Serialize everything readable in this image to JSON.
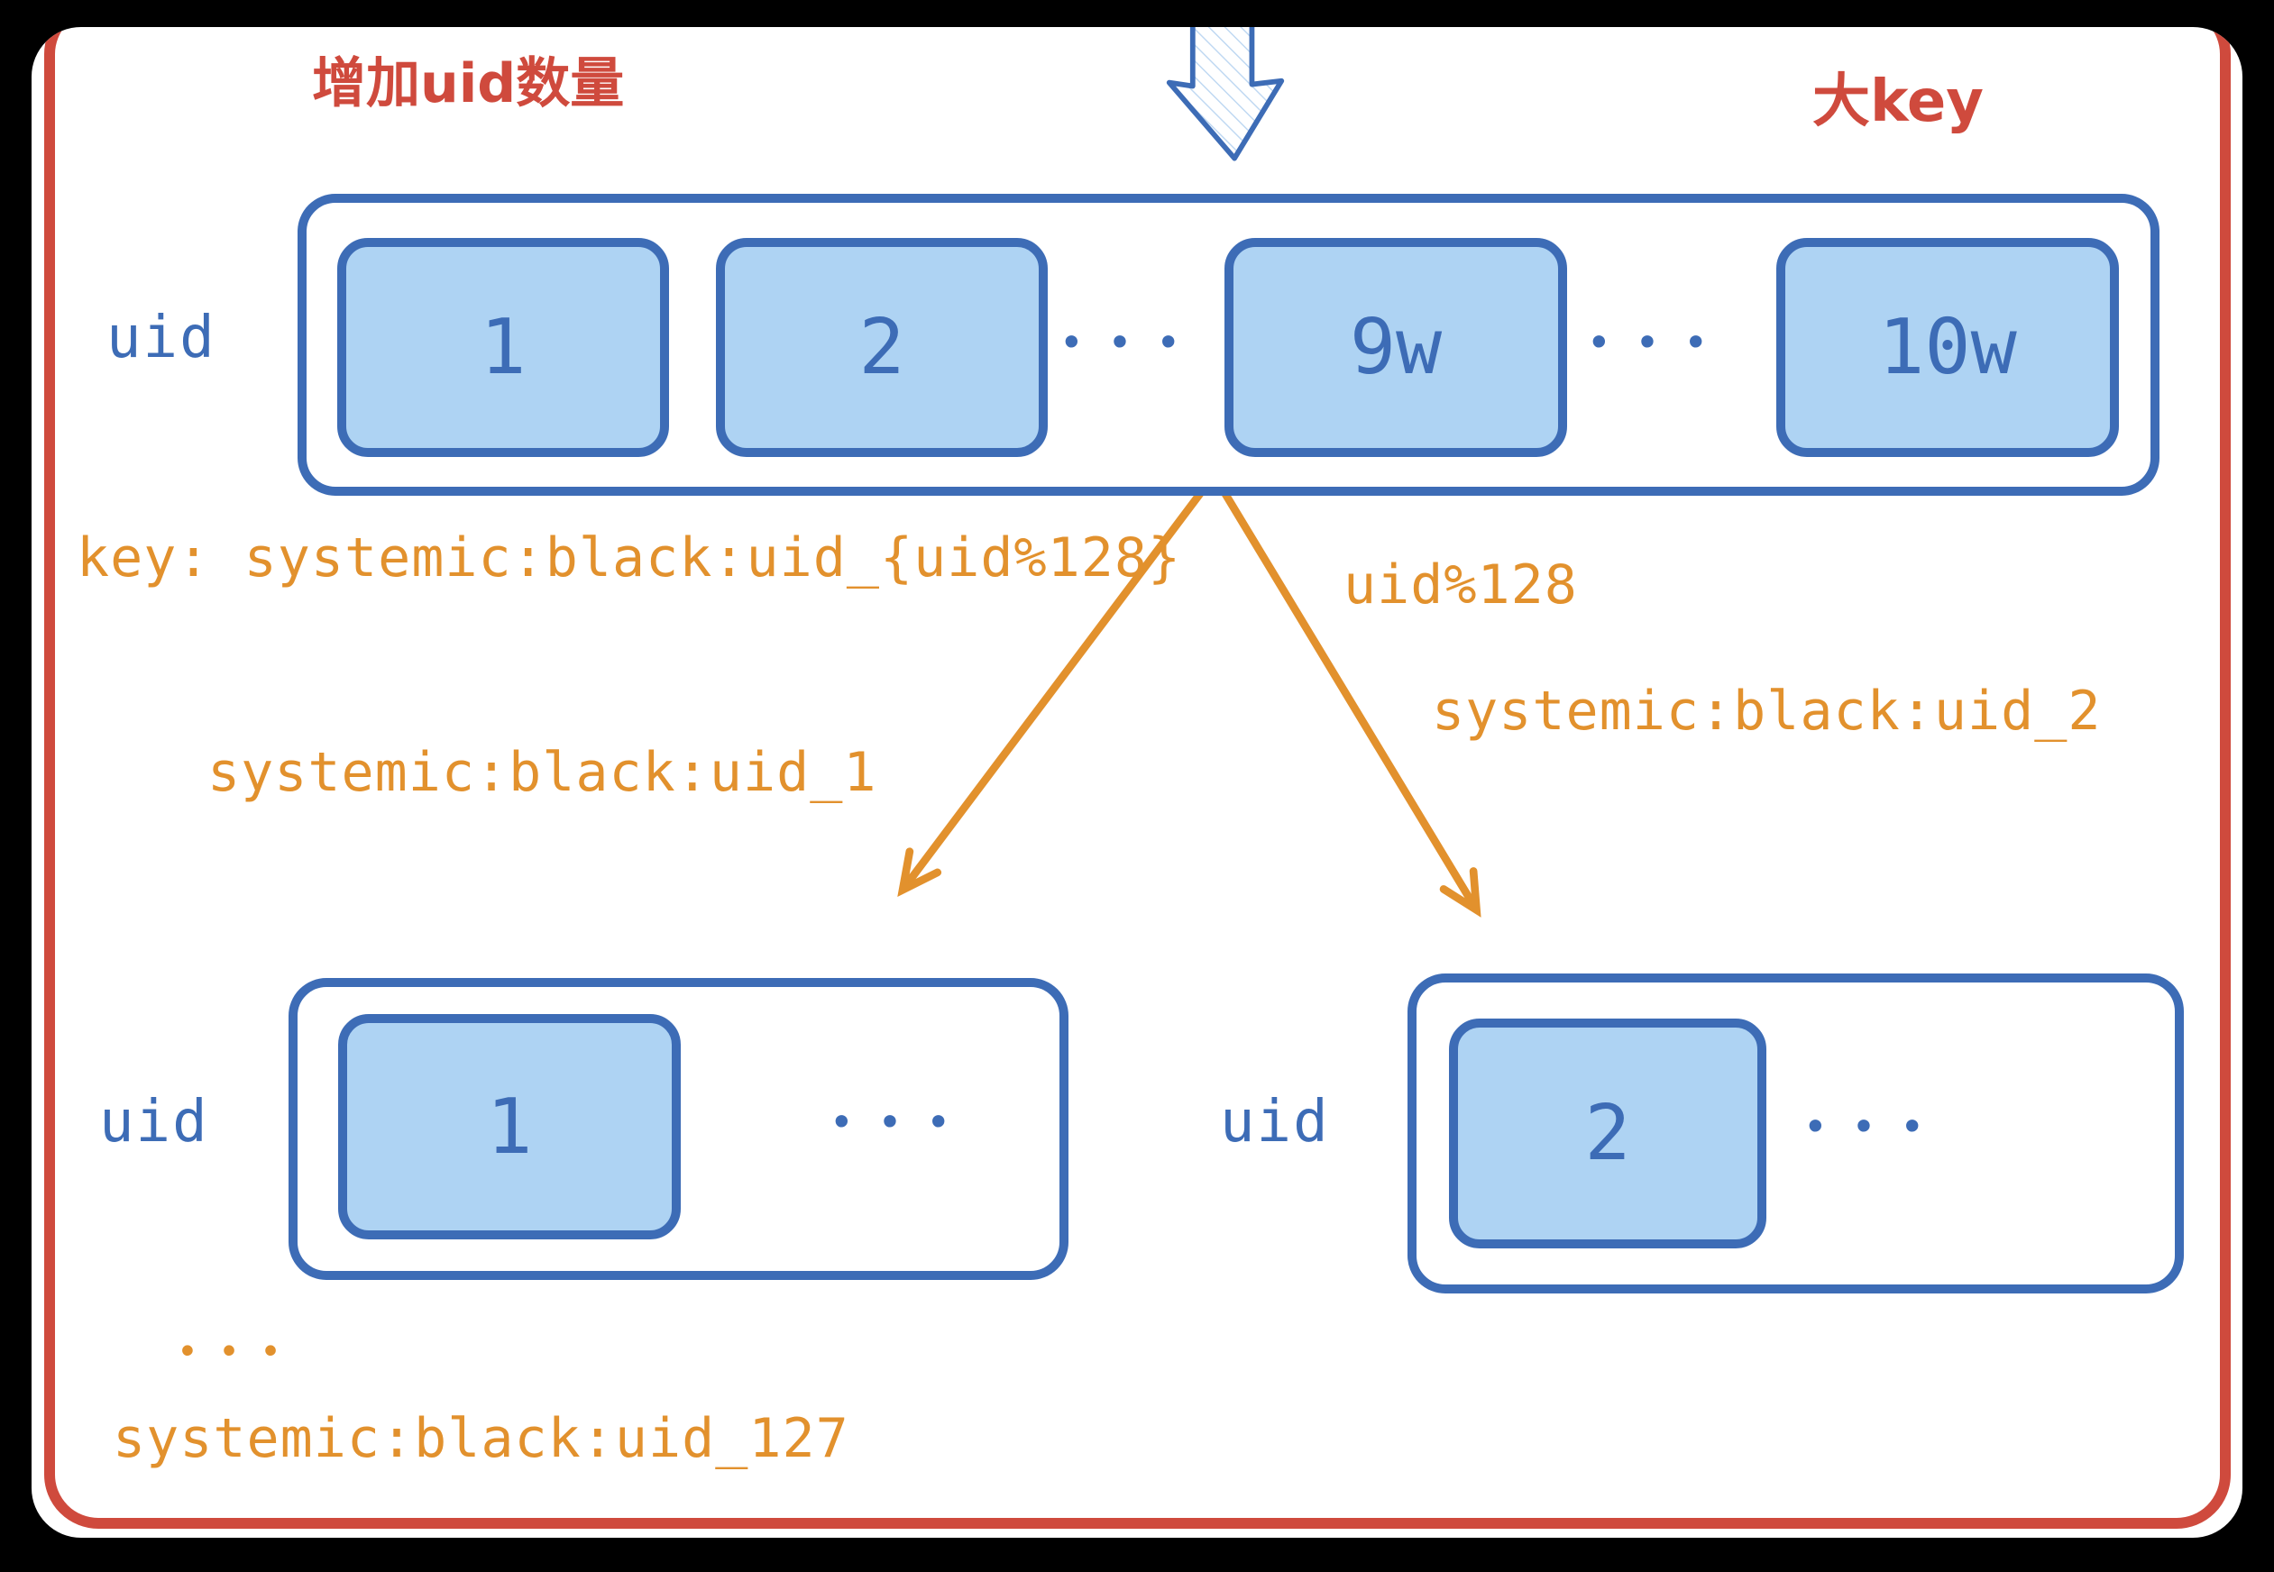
{
  "colors": {
    "background": "#000000",
    "frame": "#ffffff",
    "red": "#cf4a3d",
    "blue": "#3d6cb6",
    "light_blue": "#aed3f3",
    "hatch_blue": "#bfd8f2",
    "orange": "#e2912d"
  },
  "header": {
    "increase_uid_label": "增加uid数量",
    "big_key_label": "大key",
    "down_arrow_icon": "block-arrow-down"
  },
  "big_key_row": {
    "uid_label": "uid",
    "cells": [
      {
        "kind": "box",
        "label": "1"
      },
      {
        "kind": "box",
        "label": "2"
      },
      {
        "kind": "dots",
        "label": "•••"
      },
      {
        "kind": "box",
        "label": "9w"
      },
      {
        "kind": "dots",
        "label": "•••"
      },
      {
        "kind": "box",
        "label": "10w"
      }
    ]
  },
  "key_formula": "key: systemic:black:uid_{uid%128}",
  "split": {
    "mod_label": "uid%128",
    "left_key": "systemic:black:uid_1",
    "right_key": "systemic:black:uid_2"
  },
  "shards": {
    "left": {
      "uid_label": "uid",
      "box_label": "1",
      "dots": "•••"
    },
    "right": {
      "uid_label": "uid",
      "box_label": "2",
      "dots": "•••"
    }
  },
  "footer": {
    "more_dots": "•••",
    "last_key": "systemic:black:uid_127"
  }
}
